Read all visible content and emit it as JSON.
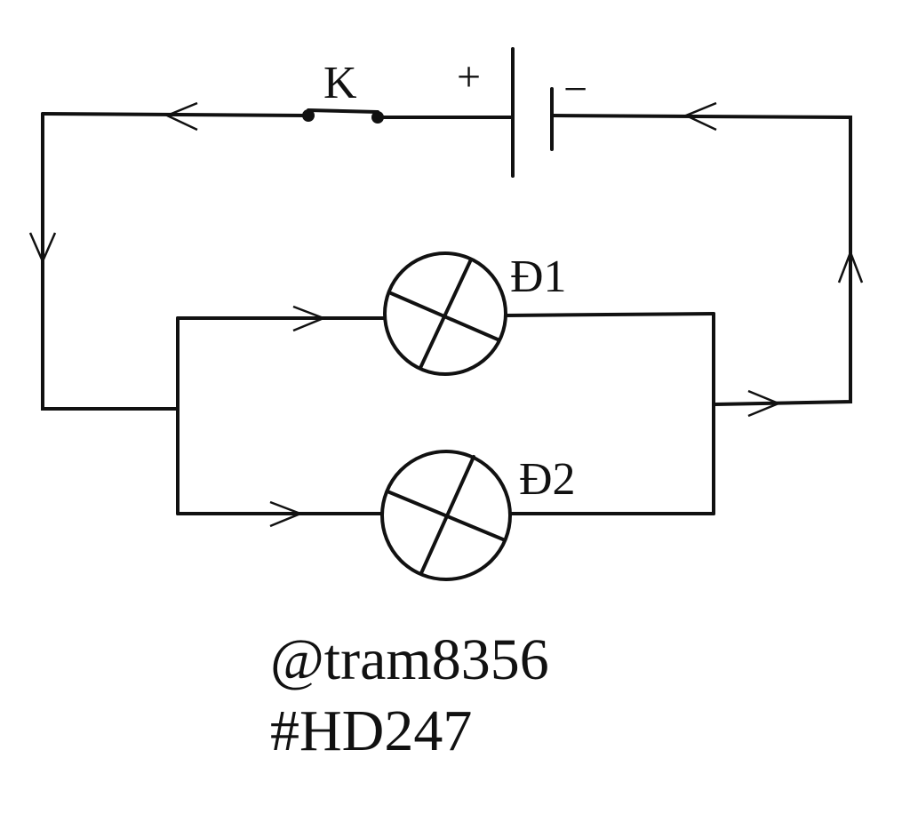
{
  "diagram": {
    "switch_label": "K",
    "battery_plus": "+",
    "battery_minus": "−",
    "lamp1_label": "Đ1",
    "lamp2_label": "Đ2"
  },
  "caption": {
    "author": "@tram8356",
    "tag": "#HD247"
  }
}
